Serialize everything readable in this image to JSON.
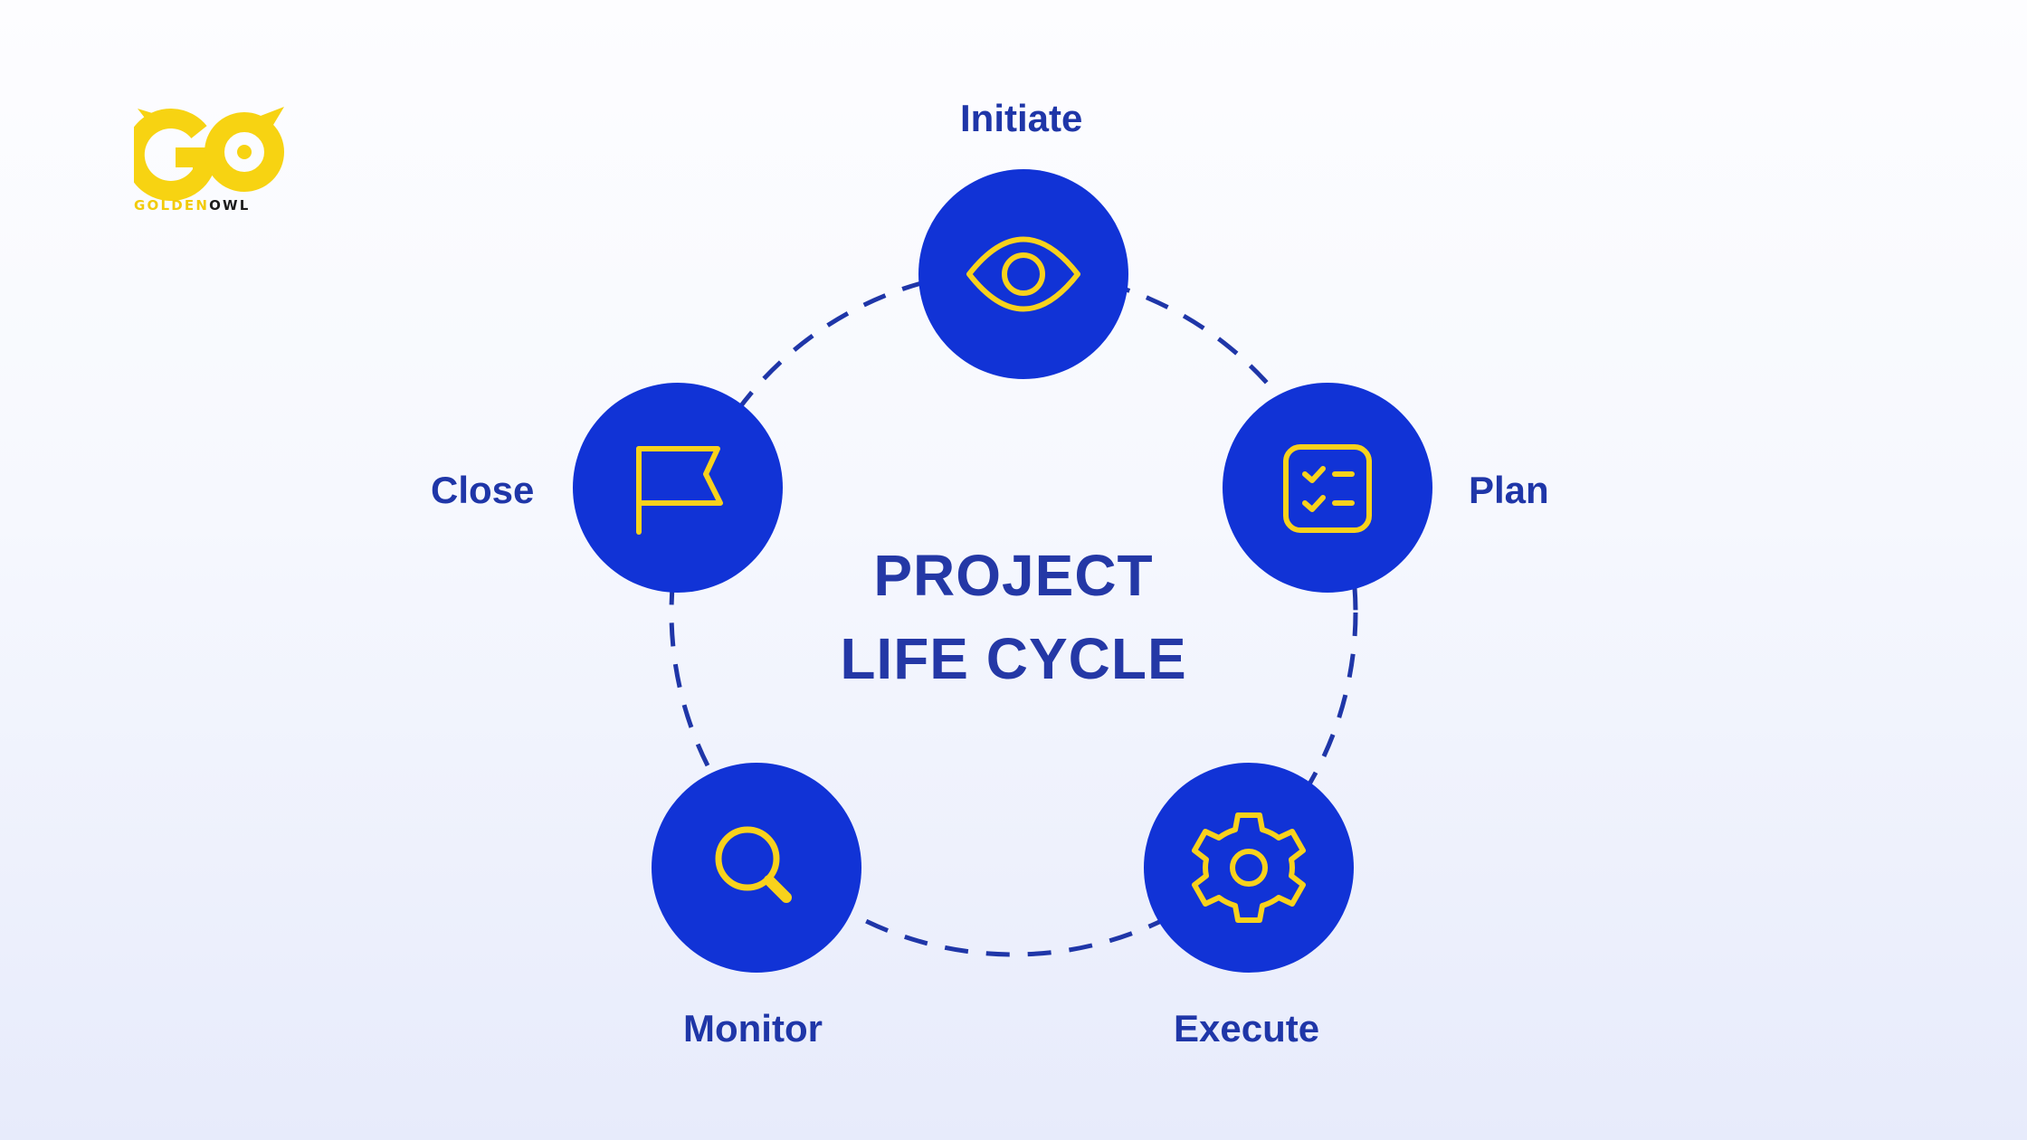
{
  "logo": {
    "brand_part1": "GOLDEN",
    "brand_part2": "OWL",
    "mark_color": "#f7d312",
    "brand_text_color": "#1c1c1c"
  },
  "title": {
    "line1": "PROJECT",
    "line2": "LIFE CYCLE"
  },
  "colors": {
    "node_fill": "#1133d6",
    "icon_stroke": "#f8d21c",
    "label_text": "#1f36a8",
    "dash_line": "#1f36a8"
  },
  "stages": [
    {
      "id": "initiate",
      "label": "Initiate",
      "icon": "eye-icon"
    },
    {
      "id": "plan",
      "label": "Plan",
      "icon": "checklist-icon"
    },
    {
      "id": "execute",
      "label": "Execute",
      "icon": "gear-icon"
    },
    {
      "id": "monitor",
      "label": "Monitor",
      "icon": "magnifier-icon"
    },
    {
      "id": "close",
      "label": "Close",
      "icon": "flag-icon"
    }
  ]
}
